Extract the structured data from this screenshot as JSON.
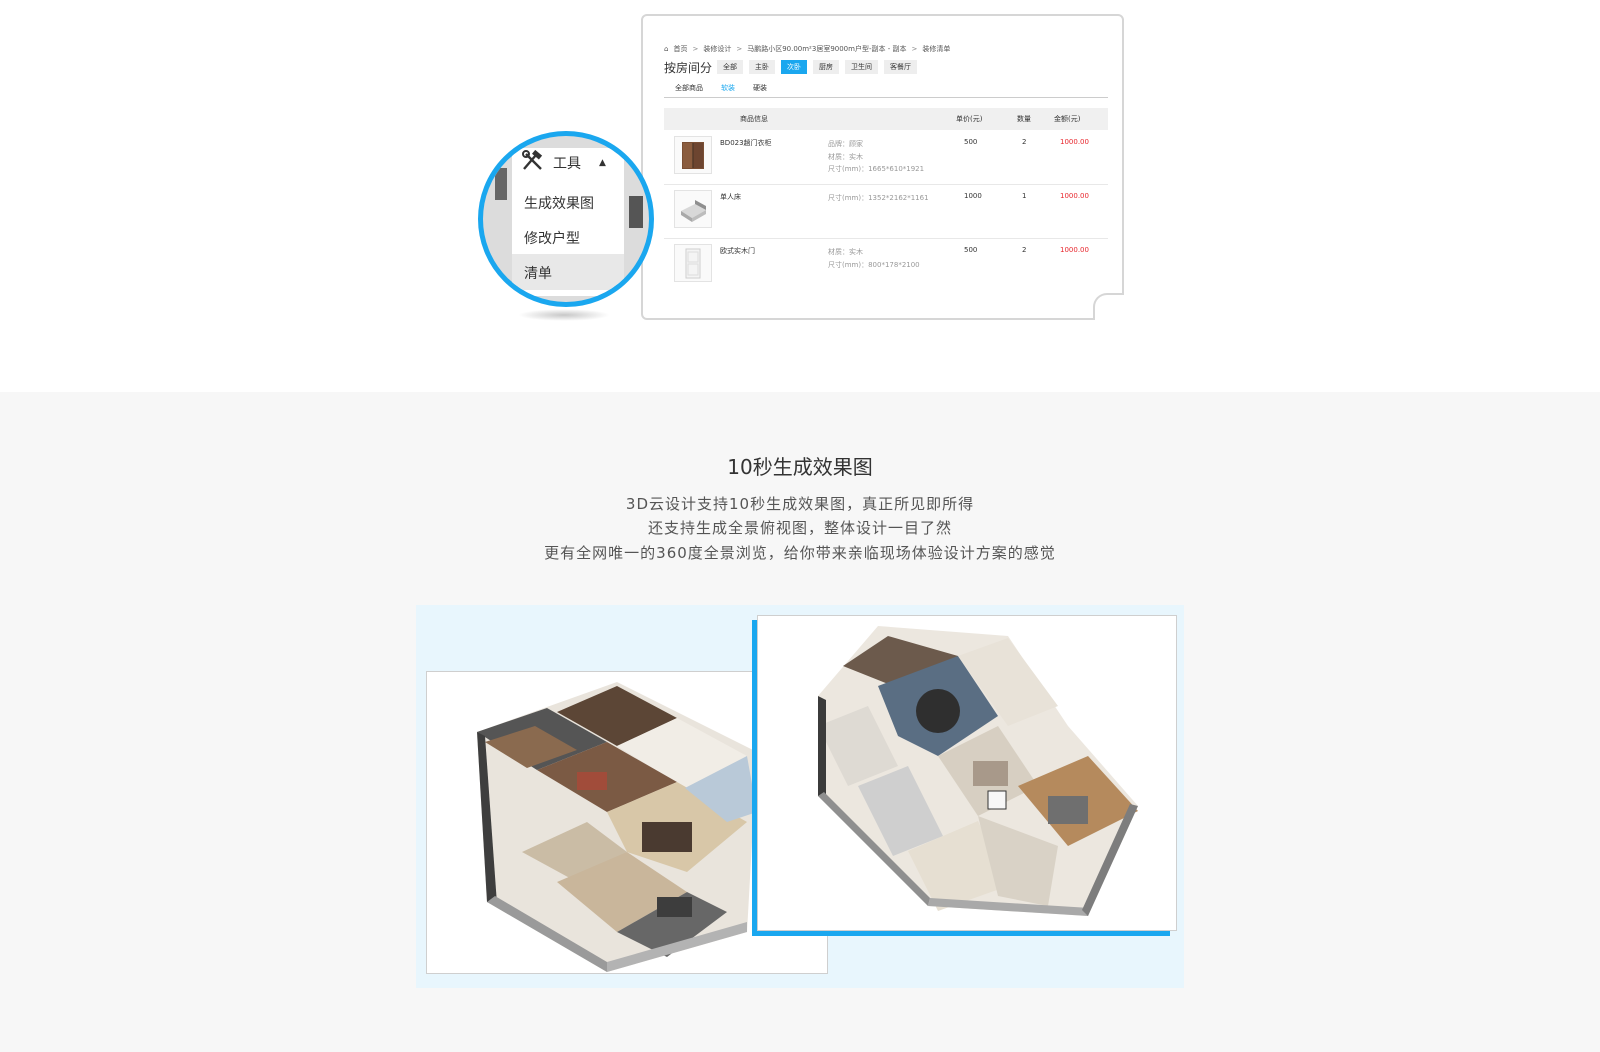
{
  "colors": {
    "accent": "#1aa7ef",
    "amount_red": "#e8262d",
    "section_bg": "#f7f7f7",
    "panel_bg": "#e8f6fd"
  },
  "card": {
    "breadcrumb": [
      "首页",
      "装修设计",
      "马鹏路小区90.00m²3居室9000m户型-副本 - 副本",
      "装修清单"
    ],
    "home_icon": "home-icon",
    "title": "按房间分",
    "room_tabs": [
      "全部",
      "主卧",
      "次卧",
      "厨房",
      "卫生间",
      "客餐厅"
    ],
    "active_room_tab": "次卧",
    "sub_tabs": [
      "全部商品",
      "软装",
      "硬装"
    ],
    "active_sub_tab": "软装",
    "columns": {
      "info": "商品信息",
      "price": "单价(元)",
      "qty": "数量",
      "amount": "金额(元)"
    },
    "rows": [
      {
        "name": "BD023趟门衣柜",
        "specs": [
          "品牌：顾家",
          "材质：实木",
          "尺寸(mm)：1665*610*1921"
        ],
        "price": "500",
        "qty": "2",
        "amount": "1000.00",
        "thumb": "wardrobe-thumbnail"
      },
      {
        "name": "单人床",
        "specs": [
          "尺寸(mm)：1352*2162*1161"
        ],
        "price": "1000",
        "qty": "1",
        "amount": "1000.00",
        "thumb": "bed-thumbnail"
      },
      {
        "name": "欧式实木门",
        "specs": [
          "材质：实木",
          "尺寸(mm)：800*178*2100"
        ],
        "price": "500",
        "qty": "2",
        "amount": "1000.00",
        "thumb": "door-thumbnail"
      }
    ]
  },
  "magnifier": {
    "tools_icon": "tools-icon",
    "tools_label": "工具",
    "caret": "▲",
    "menu": [
      "生成效果图",
      "修改户型",
      "清单"
    ]
  },
  "section": {
    "heading": "10秒生成效果图",
    "lines": [
      "3D云设计支持10秒生成效果图，真正所见即所得",
      "还支持生成全景俯视图，整体设计一目了然",
      "更有全网唯一的360度全景浏览，给你带来亲临现场体验设计方案的感觉"
    ]
  },
  "images": {
    "left_render": "floor-plan-render-left",
    "right_render": "floor-plan-render-right"
  }
}
